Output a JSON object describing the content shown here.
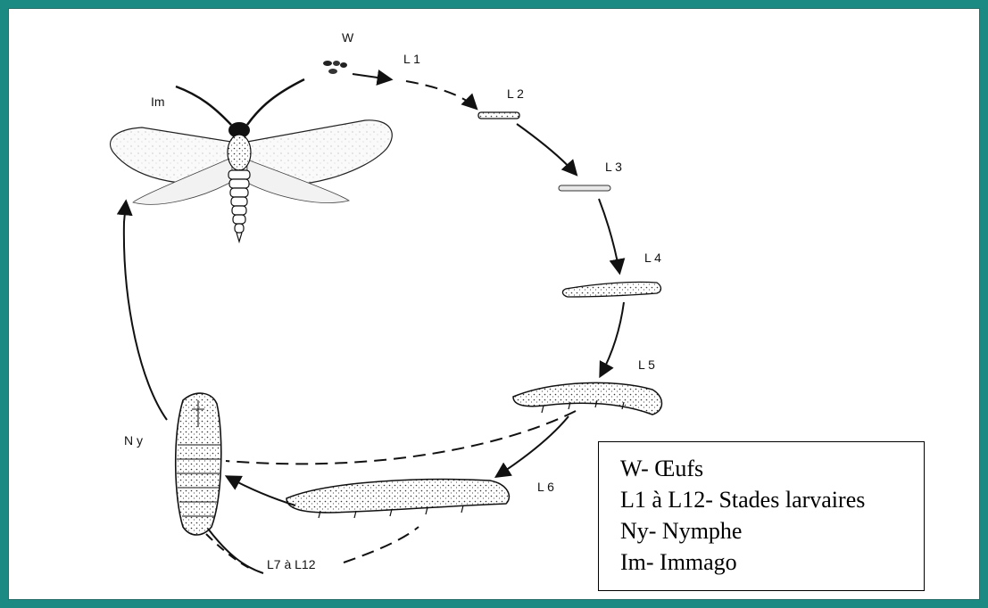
{
  "labels": {
    "w": "W",
    "im": "Im",
    "l1": "L 1",
    "l2": "L 2",
    "l3": "L 3",
    "l4": "L 4",
    "l5": "L 5",
    "l6": "L 6",
    "ny": "N y",
    "l7_l12": "L7 à L12"
  },
  "legend": [
    "W- Œufs",
    "L1 à L12- Stades larvaires",
    "Ny- Nymphe",
    "Im- Immago"
  ],
  "colors": {
    "frame": "#1a8a82",
    "ink": "#111111"
  }
}
